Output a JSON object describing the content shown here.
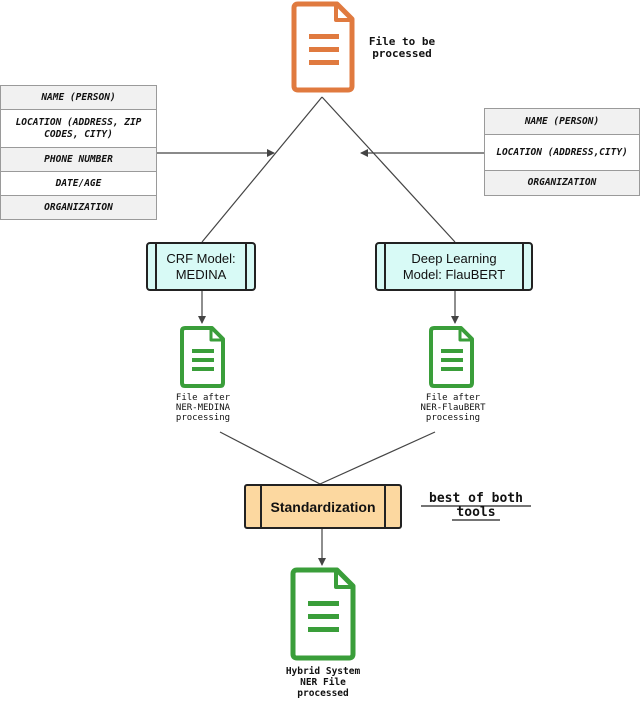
{
  "source_file": {
    "label": "File to be\nprocessed"
  },
  "left_entities": [
    "NAME (PERSON)",
    "LOCATION (ADDRESS, ZIP CODES, CITY)",
    "PHONE NUMBER",
    "DATE/AGE",
    "ORGANIZATION"
  ],
  "right_entities": [
    "NAME (PERSON)",
    "LOCATION (ADDRESS,CITY)",
    "ORGANIZATION"
  ],
  "models": {
    "crf": "CRF Model:\nMEDINA",
    "deep": "Deep Learning\nModel: FlauBERT"
  },
  "outputs": {
    "medina": "File after\nNER-MEDINA\nprocessing",
    "flaubert": "File after\nNER-FlauBERT\nprocessing"
  },
  "standardization": {
    "label": "Standardization",
    "note": "best of both\ntools"
  },
  "final_file": {
    "label": "Hybrid System\nNER File\nprocessed"
  },
  "colors": {
    "source_icon": "#e07a3f",
    "output_icon": "#3a9e3a",
    "model_fill": "#d8faf6",
    "std_fill": "#fcd8a0"
  },
  "icons": {
    "document": "document-icon"
  }
}
